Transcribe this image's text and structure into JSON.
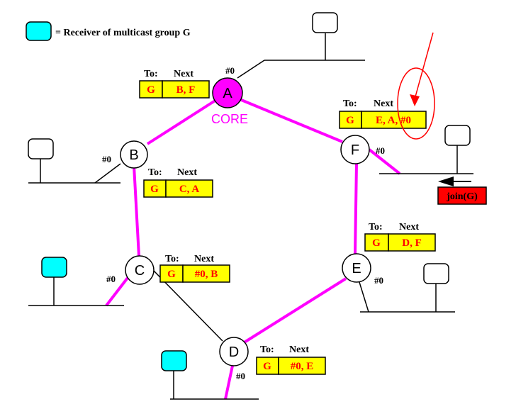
{
  "legend": {
    "text": "= Receiver of multicast group G",
    "swatch_color": "#00ffff"
  },
  "colors": {
    "tree": "#ff00ff",
    "table_fill": "#ffff00",
    "table_text": "#ff0000",
    "join_fill": "#ff0000",
    "annotation": "#ff0000",
    "receiver": "#00ffff",
    "core_fill": "#ff00ff"
  },
  "core_label": "CORE",
  "nodes": {
    "A": "A",
    "B": "B",
    "C": "C",
    "D": "D",
    "E": "E",
    "F": "F"
  },
  "ports": {
    "a": "#0",
    "b": "#0",
    "c": "#0",
    "d": "#0",
    "e": "#0",
    "f": "#0"
  },
  "tables": {
    "A": {
      "to_header": "To:",
      "next_header": "Next",
      "group": "G",
      "next": "B, F"
    },
    "B": {
      "to_header": "To:",
      "next_header": "Next",
      "group": "G",
      "next": "C, A"
    },
    "C": {
      "to_header": "To:",
      "next_header": "Next",
      "group": "G",
      "next": "#0, B"
    },
    "D": {
      "to_header": "To:",
      "next_header": "Next",
      "group": "G",
      "next": "#0, E"
    },
    "E": {
      "to_header": "To:",
      "next_header": "Next",
      "group": "G",
      "next": "D, F"
    },
    "F": {
      "to_header": "To:",
      "next_header": "Next",
      "group": "G",
      "next": "E, A, #0"
    }
  },
  "join_label": "join(G)"
}
